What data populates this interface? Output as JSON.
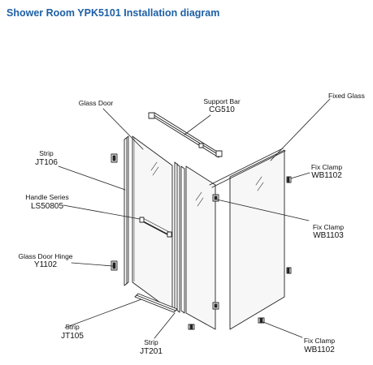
{
  "title": "Shower Room YPK5101 Installation diagram",
  "labels": [
    {
      "id": "glass-door",
      "name": "Glass Door",
      "code": ""
    },
    {
      "id": "support-bar",
      "name": "Support Bar",
      "code": "CG510"
    },
    {
      "id": "fixed-glass",
      "name": "Fixed Glass",
      "code": ""
    },
    {
      "id": "strip-left",
      "name": "Strip",
      "code": "JT106"
    },
    {
      "id": "handle-series",
      "name": "Handle Series",
      "code": "LS50805"
    },
    {
      "id": "door-hinge",
      "name": "Glass Door Hinge",
      "code": "Y1102"
    },
    {
      "id": "fix-clamp-top",
      "name": "Fix Clamp",
      "code": "WB1102"
    },
    {
      "id": "fix-clamp-mid",
      "name": "Fix Clamp",
      "code": "WB1103"
    },
    {
      "id": "strip-bottom",
      "name": "Strip",
      "code": "JT105"
    },
    {
      "id": "strip-center",
      "name": "Strip",
      "code": "JT201"
    },
    {
      "id": "fix-clamp-bottom",
      "name": "Fix Clamp",
      "code": "WB1102"
    }
  ],
  "colors": {
    "title": "#1d5fa5",
    "line": "#222222",
    "glass": "#f7f7f7"
  }
}
